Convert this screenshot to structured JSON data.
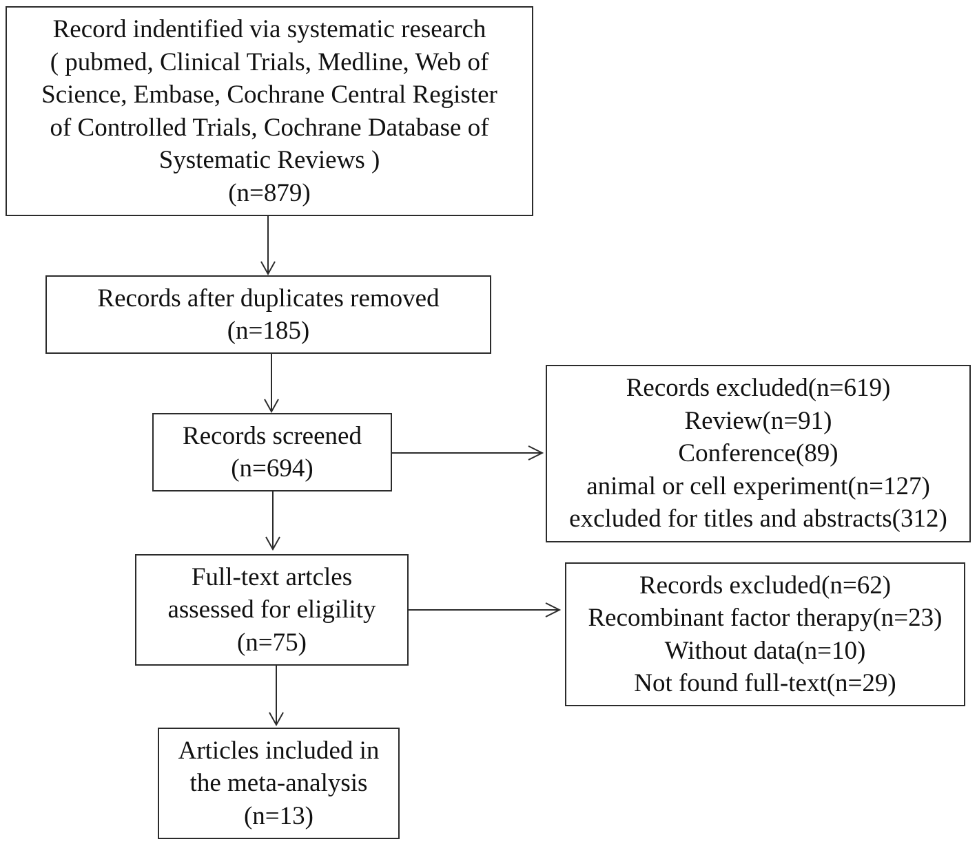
{
  "boxes": {
    "identified": {
      "lines": [
        "Record indentified via systematic research",
        "( pubmed, Clinical Trials, Medline, Web of",
        "Science, Embase, Cochrane Central Register",
        "of Controlled Trials, Cochrane Database of",
        "Systematic Reviews )",
        "(n=879)"
      ]
    },
    "dedup": {
      "lines": [
        "Records after duplicates removed",
        "(n=185)"
      ]
    },
    "screened": {
      "lines": [
        "Records screened",
        "(n=694)"
      ]
    },
    "excluded_screening": {
      "lines": [
        "Records excluded(n=619)",
        "Review(n=91)",
        "Conference(89)",
        "animal or cell experiment(n=127)",
        "excluded for titles and abstracts(312)"
      ]
    },
    "fulltext": {
      "lines": [
        "Full-text artcles",
        "assessed for eligility",
        "(n=75)"
      ]
    },
    "excluded_fulltext": {
      "lines": [
        "Records excluded(n=62)",
        "Recombinant factor therapy(n=23)",
        "Without data(n=10)",
        "Not found full-text(n=29)"
      ]
    },
    "included": {
      "lines": [
        "Articles included in",
        "the meta-analysis",
        "(n=13)"
      ]
    }
  }
}
